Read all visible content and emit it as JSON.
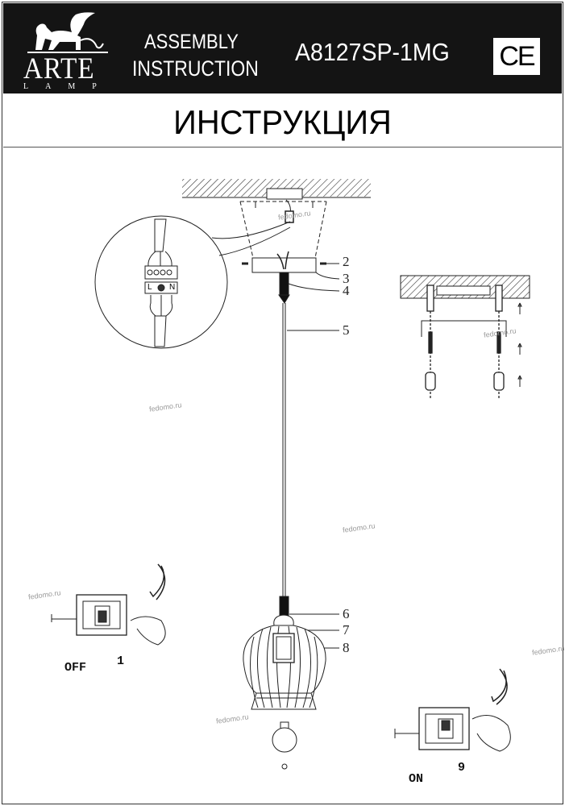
{
  "header": {
    "brand": "ARTE",
    "brand_sub": "LAMP",
    "heading_line1": "ASSEMBLY",
    "heading_line2": "INSTRUCTION",
    "model": "A8127SP-1MG",
    "certification": "CE"
  },
  "title": "ИНСТРУКЦИЯ",
  "diagram": {
    "callouts": [
      "2",
      "3",
      "4",
      "5",
      "6",
      "7",
      "8"
    ],
    "terminal_labels": [
      "L",
      "N"
    ],
    "switch_off": {
      "label": "OFF",
      "step": "1"
    },
    "switch_on": {
      "label": "ON",
      "step": "9"
    }
  },
  "watermark": "fedomo.ru",
  "icons": [
    "arte-lamp-lion-logo",
    "ce-mark",
    "ceiling-hatch",
    "wire-connector",
    "screw",
    "light-bulb",
    "wall-switch",
    "hand",
    "curved-arrow"
  ]
}
